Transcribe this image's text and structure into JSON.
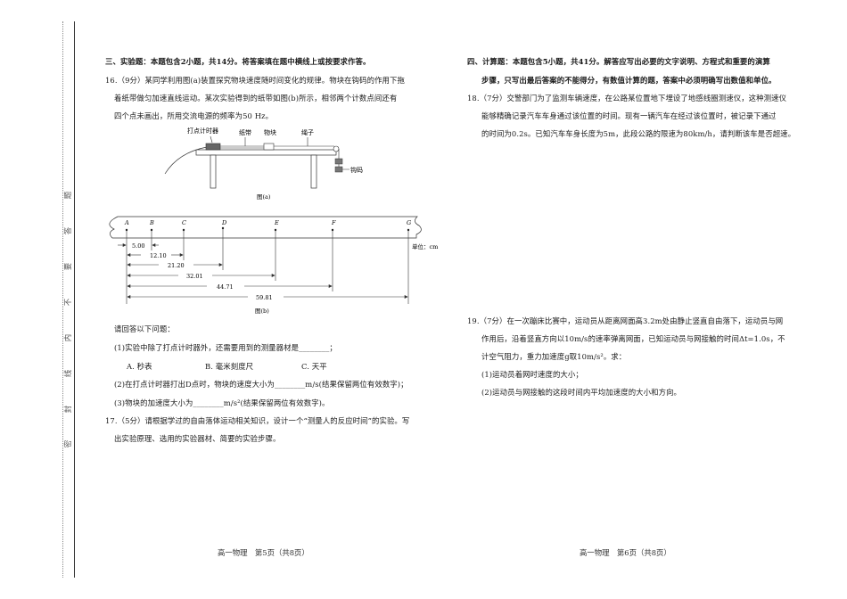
{
  "binding": {
    "seal_chars": [
      "密",
      "封",
      "线",
      "内",
      "不",
      "要",
      "答",
      "题"
    ]
  },
  "left_page": {
    "section_heading": "三、实验题：本题包含2小题，共14分。将答案填在题中横线上或按要求作答。",
    "q16": {
      "line1": "16.（9分）某同学利用图(a)装置探究物块速度随时间变化的规律。物块在钩码的作用下拖",
      "line2": "着纸带做匀加速直线运动。某次实验得到的纸带如图(b)所示，相邻两个计数点间还有",
      "line3": "四个点未画出，所用交流电源的频率为50 Hz。"
    },
    "figure_a": {
      "labels": {
        "timer": "打点计时器",
        "tape": "纸带",
        "block": "物块",
        "rope": "绳子",
        "weights": "钩码"
      },
      "caption": "图(a)"
    },
    "figure_b": {
      "points": [
        "A",
        "B",
        "C",
        "D",
        "E",
        "F",
        "G"
      ],
      "distances": [
        "5.00",
        "12.10",
        "21.20",
        "32.01",
        "44.71",
        "59.81"
      ],
      "unit": "单位：cm",
      "caption": "图(b)"
    },
    "questions_intro": "请回答以下问题：",
    "sub1": "(1)实验中除了打点计时器外，还需要用到的测量器材是________；",
    "options": {
      "a": "A. 秒表",
      "b": "B. 毫米刻度尺",
      "c": "C. 天平"
    },
    "sub2": "(2)在打点计时器打出D点时，物块的速度大小为________m/s(结果保留两位有效数字)；",
    "sub3": "(3)物块的加速度大小为________m/s²(结果保留两位有效数字)。",
    "q17": {
      "line1": "17.（5分）请根据学过的自由落体运动相关知识，设计一个“测量人的反应时间”的实验。写",
      "line2": "出实验原理、选用的实验器材、简要的实验步骤。"
    },
    "footer": "高一物理　第5页（共8页）"
  },
  "right_page": {
    "section_heading_line1": "四、计算题：本题包含5小题，共41分。解答应写出必要的文字说明、方程式和重要的演算",
    "section_heading_line2": "步骤，只写出最后答案的不能得分，有数值计算的题，答案中必须明确写出数值和单位。",
    "q18": {
      "line1": "18.（7分）交警部门为了监测车辆速度，在公路某位置地下埋设了地感线圈测速仪，这种测速仪",
      "line2": "能够精确记录汽车车身通过该位置的时间。现有一辆汽车在经过该位置时，被记录下通过",
      "line3": "的时间为0.2s。已知汽车车身长度为5m，此段公路的限速为80km/h，请判断该车是否超速。"
    },
    "q19": {
      "line1": "19.（7分）在一次蹦床比赛中，运动员从距离网面高3.2m处由静止竖直自由落下，运动员与网",
      "line2": "作用后，沿着竖直方向以10m/s的速率弹离网面，已知运动员与网接触的时间Δt=1.0s，不",
      "line3": "计空气阻力，重力加速度g取10m/s²。求：",
      "sub1": "(1)运动员着网时速度的大小；",
      "sub2": "(2)运动员与网接触的这段时间内平均加速度的大小和方向。"
    },
    "footer": "高一物理　第6页（共8页）"
  }
}
